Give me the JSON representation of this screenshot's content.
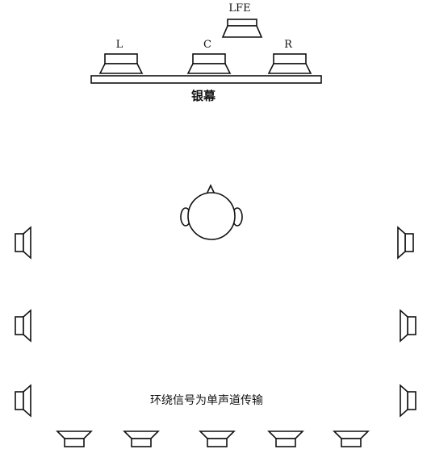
{
  "diagram": {
    "front_speakers": [
      {
        "id": "lfe",
        "label": "LFE"
      },
      {
        "id": "left",
        "label": "L"
      },
      {
        "id": "center",
        "label": "C"
      },
      {
        "id": "right",
        "label": "R"
      }
    ],
    "screen_label": "银幕",
    "surround_note": "环绕信号为单声道传输",
    "surround_left_count": 3,
    "surround_right_count": 3,
    "surround_rear_count": 5,
    "colors": {
      "line": "#111111",
      "background": "#ffffff"
    }
  }
}
